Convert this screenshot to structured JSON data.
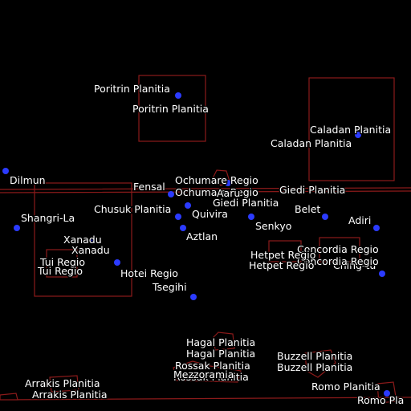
{
  "map": {
    "colors": {
      "background": "#000000",
      "label": "#ffffff",
      "marker": "#2b3bff",
      "outline": "#8b1a1a"
    },
    "features": [
      {
        "id": "poritrin-1",
        "text": "Poritrin Planitia"
      },
      {
        "id": "poritrin-2",
        "text": "Poritrin Planitia"
      },
      {
        "id": "caladan-1",
        "text": "Caladan Planitia"
      },
      {
        "id": "caladan-2",
        "text": "Caladan Planitia"
      },
      {
        "id": "dilmun",
        "text": "Dilmun"
      },
      {
        "id": "fensal",
        "text": "Fensal"
      },
      {
        "id": "ochumare-1",
        "text": "Ochumare Regio"
      },
      {
        "id": "ochumare-2",
        "text": "Ochumare Regio"
      },
      {
        "id": "aaru",
        "text": "Aaru"
      },
      {
        "id": "giedi-1",
        "text": "Giedi Planitia"
      },
      {
        "id": "giedi-2",
        "text": "Giedi Planitia"
      },
      {
        "id": "chusuk",
        "text": "Chusuk Planitia"
      },
      {
        "id": "quivira",
        "text": "Quivira"
      },
      {
        "id": "shangri-la",
        "text": "Shangri-La"
      },
      {
        "id": "belet",
        "text": "Belet"
      },
      {
        "id": "adiri",
        "text": "Adiri"
      },
      {
        "id": "senkyo",
        "text": "Senkyo"
      },
      {
        "id": "aztlan",
        "text": "Aztlan"
      },
      {
        "id": "xanadu-1",
        "text": "Xanadu"
      },
      {
        "id": "xanadu-2",
        "text": "Xanadu"
      },
      {
        "id": "concordia-1",
        "text": "Concordia Regio"
      },
      {
        "id": "concordia-2",
        "text": "Concordia Regio"
      },
      {
        "id": "ching-tu",
        "text": "Ching-tu"
      },
      {
        "id": "hetpet-1",
        "text": "Hetpet Regio"
      },
      {
        "id": "hetpet-2",
        "text": "Hetpet Regio"
      },
      {
        "id": "tui-1",
        "text": "Tui Regio"
      },
      {
        "id": "tui-2",
        "text": "Tui Regio"
      },
      {
        "id": "hotei",
        "text": "Hotei Regio"
      },
      {
        "id": "tsegihi",
        "text": "Tsegihi"
      },
      {
        "id": "hagal-1",
        "text": "Hagal Planitia"
      },
      {
        "id": "hagal-2",
        "text": "Hagal Planitia"
      },
      {
        "id": "buzzell-1",
        "text": "Buzzell Planitia"
      },
      {
        "id": "buzzell-2",
        "text": "Buzzell Planitia"
      },
      {
        "id": "rossak-1",
        "text": "Rossak Planitia"
      },
      {
        "id": "rossak-2",
        "text": "Rossak Planitia"
      },
      {
        "id": "mezzoramia",
        "text": "Mezzoramia"
      },
      {
        "id": "romo-1",
        "text": "Romo Planitia"
      },
      {
        "id": "romo-2",
        "text": "Romo Pla"
      },
      {
        "id": "arrakis-1",
        "text": "Arrakis Planitia"
      },
      {
        "id": "arrakis-2",
        "text": "Arrakis Planitia"
      }
    ]
  }
}
